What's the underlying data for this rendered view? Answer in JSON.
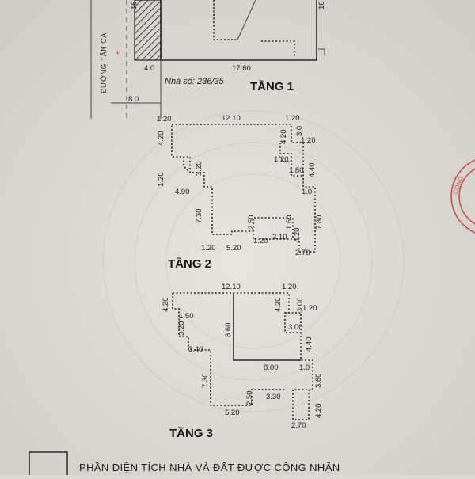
{
  "street_label": "ĐƯỜNG TÂN CA",
  "house_number": "Nhà số: 236/35",
  "floor1": {
    "title": "TẦNG 1",
    "dims": {
      "top_side": "16.",
      "right_side": "16",
      "bottom": "17.60",
      "frontage": "4.0",
      "setback": "8.0"
    }
  },
  "floor2": {
    "title": "TẦNG 2",
    "dims": {
      "d1": "1.20",
      "d2": "12.10",
      "d3": "1.20",
      "d4": "4.20",
      "d5": "4.20",
      "d6": "3.0",
      "d7": "1.20",
      "d8": "3.20",
      "d9": "1.20",
      "d10": "1.80",
      "d11": "4.40",
      "d12": "1.20",
      "d13": "4.90",
      "d14": "1.0",
      "d15": "7.30",
      "d16": "2.50",
      "d17": "1.60",
      "d18": "7.80",
      "d19": "1.20",
      "d20": "2.10",
      "d21": "4.20",
      "d22": "1.20",
      "d23": "5.20",
      "d24": "2.70"
    }
  },
  "floor3": {
    "title": "TẦNG 3",
    "dims": {
      "d1": "12.10",
      "d2": "1.20",
      "d3": "4.20",
      "d4": "4.20",
      "d5": "3.00",
      "d6": "1.20",
      "d7": "1.50",
      "d8": "8.60",
      "d9": "3.00",
      "d10": "3.20",
      "d11": "4.40",
      "d12": "3.40",
      "d13": "8.00",
      "d14": "1.0",
      "d15": "3.60",
      "d16": "7.30",
      "d17": "2.50",
      "d18": "3.30",
      "d19": "5.20",
      "d20": "4.20",
      "d21": "2.70"
    }
  },
  "legend_text": "PHẦN DIỆN TÍCH NHÀ VÀ ĐẤT ĐƯỢC CÔNG NHẬN"
}
